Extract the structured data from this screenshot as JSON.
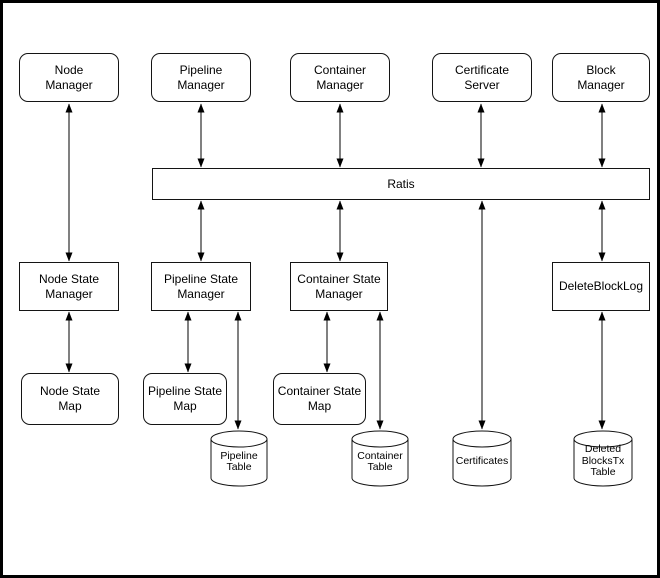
{
  "nodes": {
    "node_manager": "Node\nManager",
    "pipeline_manager": "Pipeline\nManager",
    "container_manager": "Container\nManager",
    "certificate_server": "Certificate\nServer",
    "block_manager": "Block\nManager",
    "ratis": "Ratis",
    "node_state_manager": "Node State\nManager",
    "pipeline_state_manager": "Pipeline State\nManager",
    "container_state_manager": "Container State\nManager",
    "delete_block_log": "DeleteBlockLog",
    "node_state_map": "Node State\nMap",
    "pipeline_state_map": "Pipeline State\nMap",
    "container_state_map": "Container State\nMap"
  },
  "datastores": {
    "pipeline_table": "Pipeline\nTable",
    "container_table": "Container\nTable",
    "certificates": "Certificates",
    "deleted_blockstx_table": "Deleted\nBlocksTx\nTable"
  },
  "colors": {
    "stroke": "#000000",
    "shape_fill": "#ffffff",
    "background": "#ffffff",
    "outer_border": "#000000"
  }
}
